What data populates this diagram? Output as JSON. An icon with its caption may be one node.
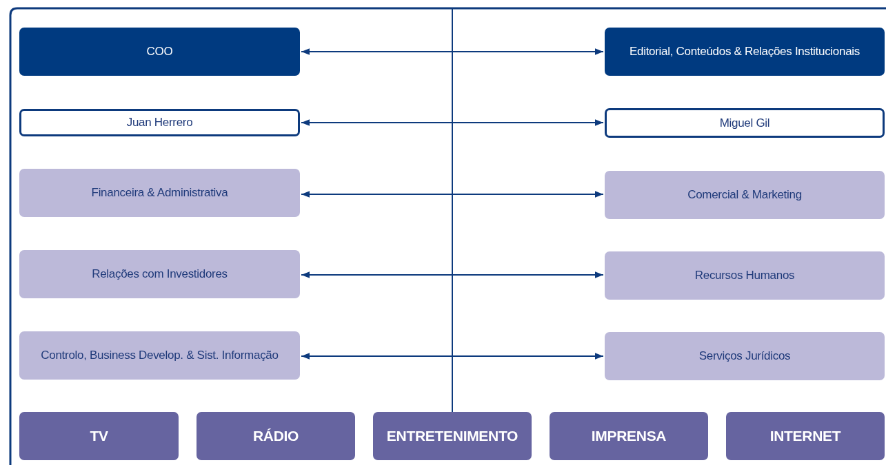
{
  "diagram": {
    "nodes": [
      {
        "text": [
          "COO"
        ]
      },
      {
        "text": [
          "Editorial, Conteúdos & Relações Institucionais"
        ]
      },
      {
        "text": [
          "Juan Herrero"
        ]
      },
      {
        "text": [
          "Miguel Gil"
        ]
      },
      {
        "text": [
          "Financeira & Administrativa"
        ]
      },
      {
        "text": [
          "Comercial & Marketing"
        ]
      },
      {
        "text": [
          "Relações com Investidores"
        ]
      },
      {
        "text": [
          "Recursos Humanos"
        ]
      },
      {
        "text": [
          "Controlo, Business Develop. & Sist. Informação"
        ]
      },
      {
        "text": [
          "Serviços Jurídicos"
        ]
      },
      {
        "text": [
          "TV"
        ]
      },
      {
        "text": [
          "RÁDIO"
        ]
      },
      {
        "text": [
          "ENTRETENIMENTO"
        ]
      },
      {
        "text": [
          "IMPRENSA"
        ]
      },
      {
        "text": [
          "INTERNET"
        ]
      }
    ],
    "edges": [
      {
        "from": 0,
        "to": 1,
        "arrow": "both"
      },
      {
        "from": 2,
        "to": 3,
        "arrow": "both"
      },
      {
        "from": 4,
        "to": 5,
        "arrow": "both"
      },
      {
        "from": 6,
        "to": 7,
        "arrow": "both"
      },
      {
        "from": 8,
        "to": 9,
        "arrow": "both"
      },
      {
        "from": null,
        "to": 12,
        "arrow": "none"
      }
    ]
  }
}
